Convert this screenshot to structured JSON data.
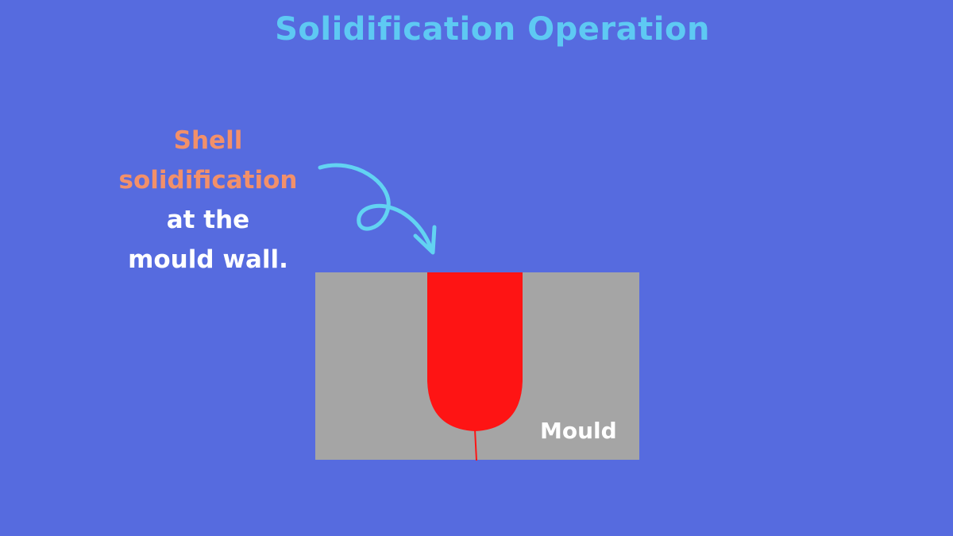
{
  "title": "Solidification Operation",
  "annotation": {
    "line1": "Shell",
    "line2": "solidification",
    "line3": "at the",
    "line4": "mould wall."
  },
  "mould_label": "Mould",
  "colors": {
    "background": "#566bdf",
    "title": "#5ec9f3",
    "highlight_text": "#f2906a",
    "body_text": "#ffffff",
    "arrow": "#62d3f2",
    "mould": "#a5a5a5",
    "molten_metal": "#fe1414"
  },
  "icons": {
    "arrow": "curly-arrow-icon"
  }
}
